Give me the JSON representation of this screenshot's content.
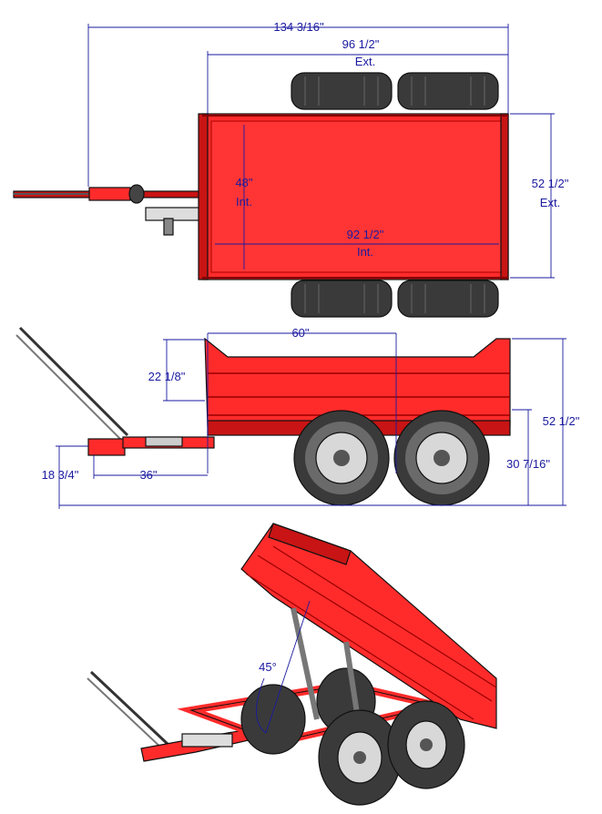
{
  "colors": {
    "frame": "#ff2b2b",
    "frame_dark": "#c81414",
    "tire": "#3a3a3a",
    "tire_light": "#8a8a8a",
    "rim": "#d8d8d8",
    "dimension": "#1a1aa0"
  },
  "top_view": {
    "overall_length": "134 3/16\"",
    "bed_ext_length": "96 1/2\"",
    "bed_ext_label": "Ext.",
    "bed_int_width": "48\"",
    "bed_int_width_label": "Int.",
    "bed_int_length": "92 1/2\"",
    "bed_int_length_label": "Int.",
    "bed_ext_width": "52 1/2\"",
    "bed_ext_width_label": "Ext."
  },
  "side_view": {
    "bed_int_length": "60\"",
    "wall_height": "22 1/8\"",
    "overall_height": "52 1/2\"",
    "deck_height": "30 7/16\"",
    "hitch_height": "18 3/4\"",
    "tongue_length": "36\""
  },
  "iso_view": {
    "dump_angle": "45°"
  }
}
